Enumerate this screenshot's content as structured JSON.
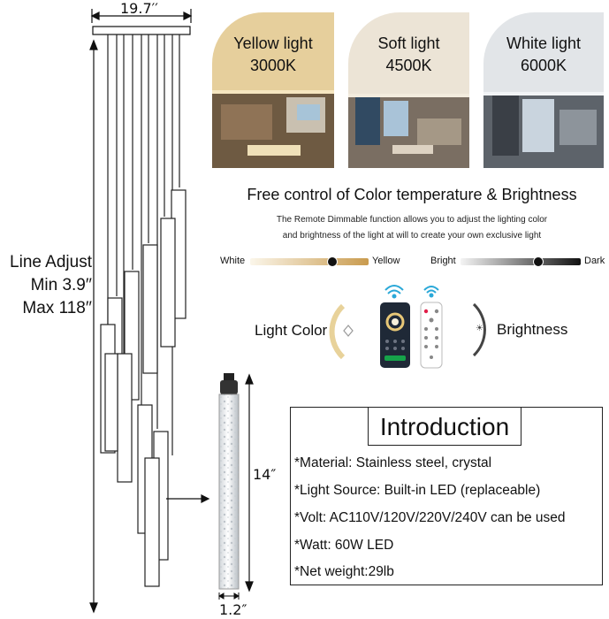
{
  "dimensions": {
    "width_label": "19.7′′",
    "height_label": "14″",
    "diameter_label": "1.2″"
  },
  "line_adjust": {
    "line1": "Line Adjust",
    "line2": "Min 3.9′′",
    "line3": "Max 118′′"
  },
  "light_panels": [
    {
      "name": "Yellow light",
      "temp": "3000K",
      "tint": "#e8d4a8"
    },
    {
      "name": "Soft light",
      "temp": "4500K",
      "tint": "#efe6d6"
    },
    {
      "name": "White light",
      "temp": "6000K",
      "tint": "#dfe3e6"
    }
  ],
  "control": {
    "headline": "Free control of Color temperature & Brightness",
    "sub1": "The Remote Dimmable function allows you to adjust the lighting color",
    "sub2": "and brightness of the light at will to create your own exclusive light",
    "temp_left": "White",
    "temp_right": "Yellow",
    "bright_left": "Bright",
    "bright_right": "Dark",
    "light_color_label": "Light Color",
    "brightness_label": "Brightness"
  },
  "introduction": {
    "title": "Introduction",
    "specs": [
      "*Material: Stainless steel, crystal",
      "*Light Source: Built-in LED (replaceable)",
      "*Volt: AC110V/120V/220V/240V  can be used",
      "*Watt:  60W LED",
      "*Net weight:29lb"
    ]
  },
  "colors": {
    "warm": "#d2ad6a",
    "wifi": "#2aa8d8",
    "phone_body": "#1f2937"
  }
}
